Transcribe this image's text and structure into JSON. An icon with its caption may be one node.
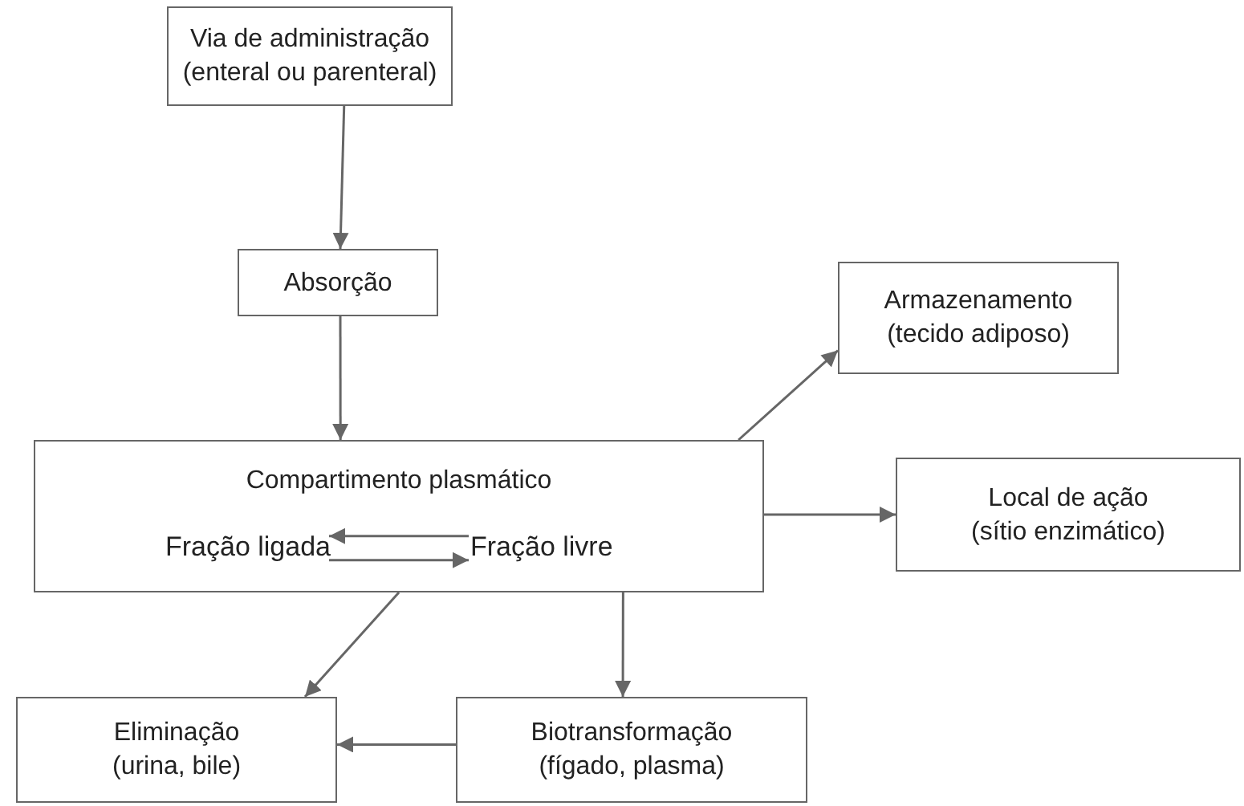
{
  "diagram": {
    "nodes": [
      {
        "text": [
          "Via de administração",
          "(enteral ou parenteral)"
        ]
      },
      {
        "text": [
          "Absorção"
        ]
      },
      {
        "text": [
          "Armazenamento",
          "(tecido adiposo)"
        ]
      },
      {
        "text": [
          "Compartimento plasmático"
        ]
      },
      {
        "text": [
          "Fração ligada"
        ],
        "in": 3
      },
      {
        "text": [
          "Fração livre"
        ],
        "in": 3
      },
      {
        "text": [
          "Local de ação",
          "(sítio enzimático)"
        ]
      },
      {
        "text": [
          "Eliminação",
          "(urina, bile)"
        ]
      },
      {
        "text": [
          "Biotransformação",
          "(fígado, plasma)"
        ]
      }
    ],
    "edges": [
      {
        "from": 0,
        "to": 1,
        "arrow": "to"
      },
      {
        "from": 1,
        "to": 3,
        "arrow": "to"
      },
      {
        "from": 3,
        "to": 2,
        "arrow": "to"
      },
      {
        "from": 3,
        "to": 6,
        "arrow": "to"
      },
      {
        "from": 5,
        "to": 4,
        "arrow": "to"
      },
      {
        "from": 4,
        "to": 5,
        "arrow": "to"
      },
      {
        "from": 3,
        "to": 7,
        "arrow": "to"
      },
      {
        "from": 3,
        "to": 8,
        "arrow": "to"
      },
      {
        "from": 8,
        "to": 7,
        "arrow": "to"
      }
    ]
  }
}
